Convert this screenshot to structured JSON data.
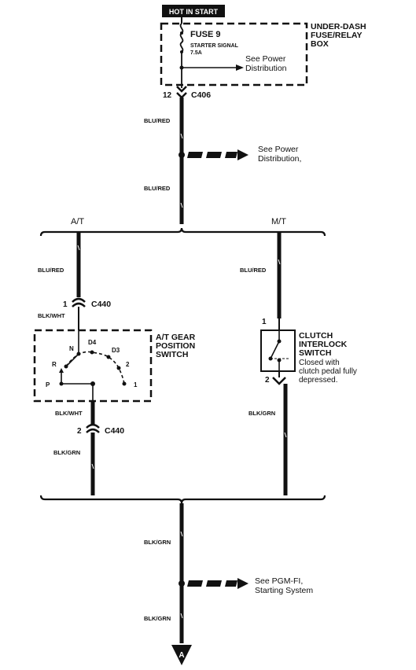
{
  "hot_label": "HOT IN START",
  "fuse": {
    "name": "FUSE 9",
    "signal": "STARTER SIGNAL",
    "rating": "7.5A",
    "see_power_1": "See Power",
    "see_power_2": "Distribution"
  },
  "box_label": [
    "UNDER-DASH",
    "FUSE/RELAY",
    "BOX"
  ],
  "c406": {
    "pin": "12",
    "name": "C406"
  },
  "wires": {
    "blu_red": "BLU/RED",
    "blk_wht": "BLK/WHT",
    "blk_grn": "BLK/GRN"
  },
  "see_power_dist": [
    "See Power",
    "Distribution,"
  ],
  "branches": {
    "at": "A/T",
    "mt": "M/T"
  },
  "c440": {
    "name": "C440",
    "pin1": "1",
    "pin2": "2"
  },
  "at_switch": {
    "label": [
      "A/T GEAR",
      "POSITION",
      "SWITCH"
    ],
    "positions": {
      "p": "P",
      "r": "R",
      "n": "N",
      "d4": "D4",
      "d3": "D3",
      "two": "2",
      "one": "1"
    }
  },
  "clutch": {
    "pin1": "1",
    "pin2": "2",
    "label": [
      "CLUTCH",
      "INTERLOCK",
      "SWITCH"
    ],
    "note": [
      "Closed with",
      "clutch pedal fully",
      "depressed."
    ]
  },
  "see_pgm": [
    "See PGM-FI,",
    "Starting System"
  ],
  "terminal": "A"
}
